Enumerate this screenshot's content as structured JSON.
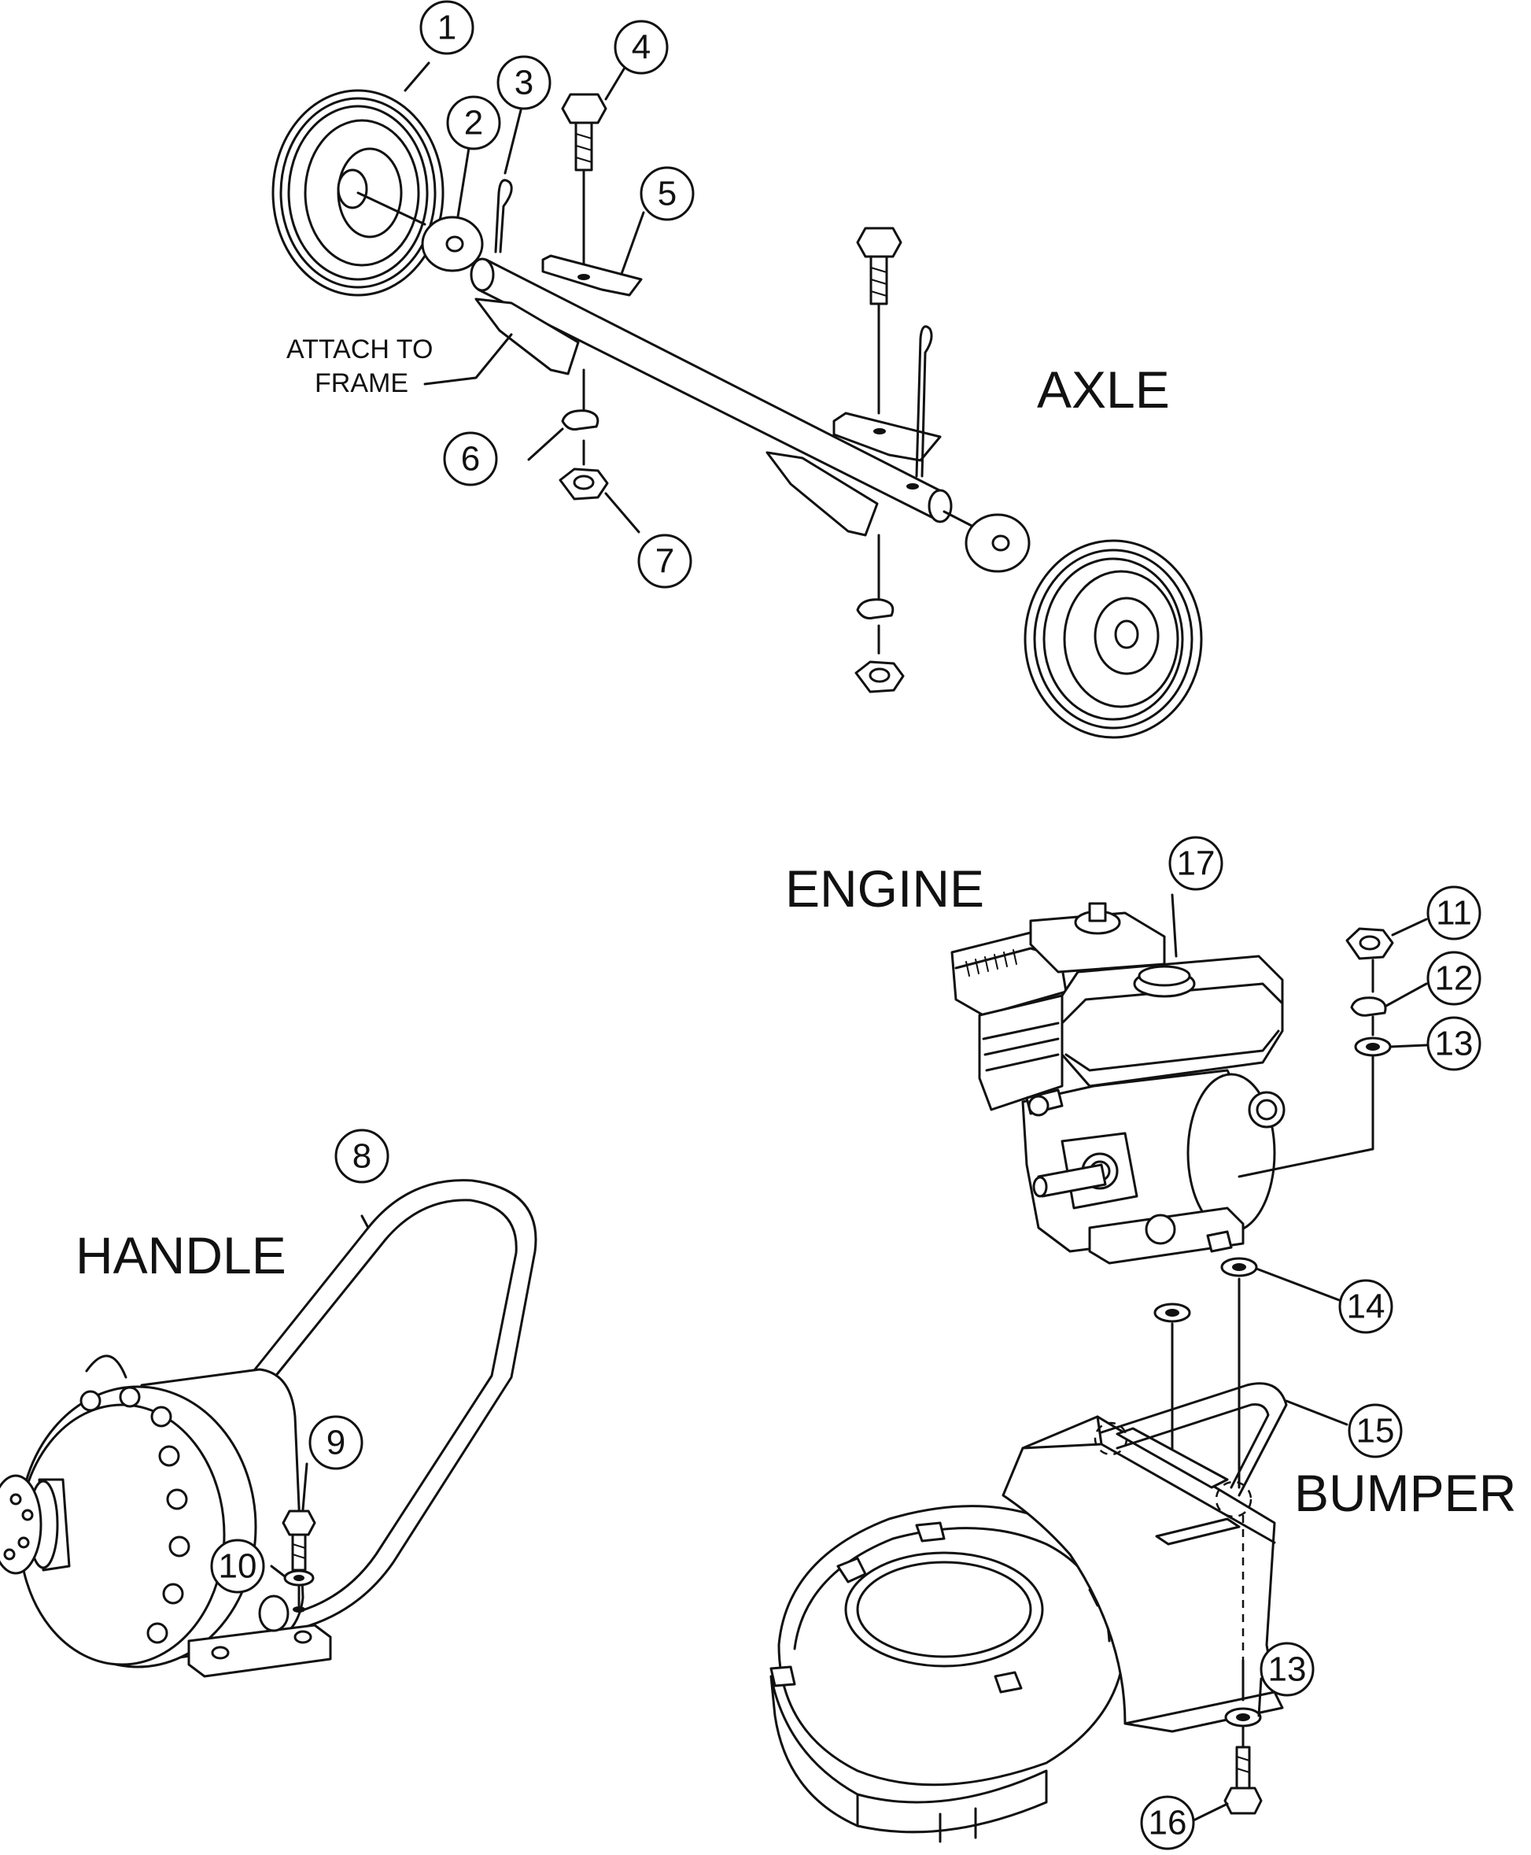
{
  "sections": {
    "axle": "AXLE",
    "engine": "ENGINE",
    "handle": "HANDLE",
    "bumper": "BUMPER"
  },
  "notes": {
    "attach_line1": "ATTACH TO",
    "attach_line2": "FRAME"
  },
  "callouts": {
    "c1": "1",
    "c2": "2",
    "c3": "3",
    "c4": "4",
    "c5": "5",
    "c6": "6",
    "c7": "7",
    "c8": "8",
    "c9": "9",
    "c10": "10",
    "c11": "11",
    "c12": "12",
    "c13a": "13",
    "c14": "14",
    "c15": "15",
    "c13b": "13",
    "c16": "16",
    "c17": "17"
  }
}
